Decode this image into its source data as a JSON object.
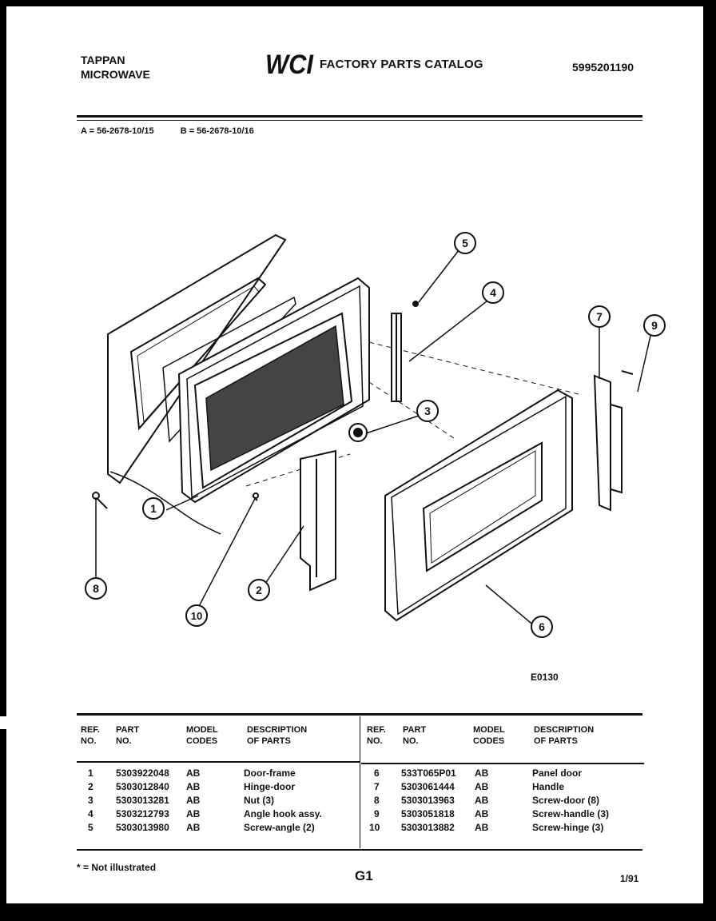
{
  "header": {
    "brand_line1": "TAPPAN",
    "brand_line2": "MICROWAVE",
    "logo_text": "WCI",
    "catalog_title": "FACTORY PARTS CATALOG",
    "catalog_number": "5995201190"
  },
  "models": {
    "a": "A = 56-2678-10/15",
    "b": "B = 56-2678-10/16"
  },
  "callouts": [
    "1",
    "2",
    "3",
    "4",
    "5",
    "6",
    "7",
    "8",
    "9",
    "10"
  ],
  "illustration_code": "E0130",
  "table": {
    "headers": {
      "ref": "REF.\nNO.",
      "part": "PART\nNO.",
      "model": "MODEL\nCODES",
      "desc": "DESCRIPTION\nOF PARTS"
    },
    "left_rows": [
      {
        "ref": "1",
        "part": "5303922048",
        "codes": "AB",
        "desc": "Door-frame"
      },
      {
        "ref": "2",
        "part": "5303012840",
        "codes": "AB",
        "desc": "Hinge-door"
      },
      {
        "ref": "3",
        "part": "5303013281",
        "codes": "AB",
        "desc": "Nut (3)"
      },
      {
        "ref": "4",
        "part": "5303212793",
        "codes": "AB",
        "desc": "Angle hook assy."
      },
      {
        "ref": "5",
        "part": "5303013980",
        "codes": "AB",
        "desc": "Screw-angle (2)"
      }
    ],
    "right_rows": [
      {
        "ref": "6",
        "part": "533T065P01",
        "codes": "AB",
        "desc": "Panel door"
      },
      {
        "ref": "7",
        "part": "5303061444",
        "codes": "AB",
        "desc": "Handle"
      },
      {
        "ref": "8",
        "part": "5303013963",
        "codes": "AB",
        "desc": "Screw-door (8)"
      },
      {
        "ref": "9",
        "part": "5303051818",
        "codes": "AB",
        "desc": "Screw-handle (3)"
      },
      {
        "ref": "10",
        "part": "5303013882",
        "codes": "AB",
        "desc": "Screw-hinge (3)"
      }
    ]
  },
  "footer": {
    "footnote": "* = Not illustrated",
    "page_code": "G1",
    "date": "1/91"
  }
}
